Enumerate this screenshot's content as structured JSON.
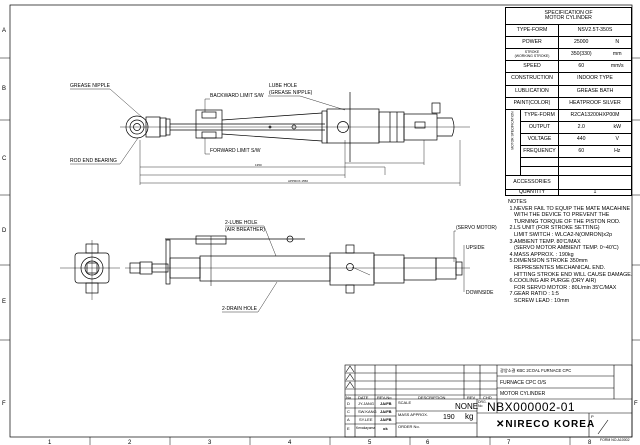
{
  "zones": {
    "rows": [
      "A",
      "B",
      "C",
      "D",
      "E",
      "F"
    ],
    "cols": [
      "1",
      "2",
      "3",
      "4",
      "5",
      "6",
      "7",
      "8"
    ]
  },
  "spec": {
    "title1": "SPECIFICATION OF",
    "title2": "MOTOR CYLINDER",
    "rows": [
      {
        "label": "TYPE-FORM",
        "value": "NSV2.5T-350S",
        "unit": ""
      },
      {
        "label": "POWER",
        "value": "25000",
        "unit": "N"
      },
      {
        "label": "STROKE",
        "label2": "(WORKING STROKE)",
        "value": "350(330)",
        "unit": "mm"
      },
      {
        "label": "SPEED",
        "value": "60",
        "unit": "mm/s"
      },
      {
        "label": "CONSTRUCTION",
        "value": "INDOOR TYPE",
        "unit": ""
      },
      {
        "label": "LUBLICATION",
        "value": "GREASE BATH",
        "unit": ""
      },
      {
        "label": "PAINT(COLOR)",
        "value": "HEATPROOF SILVER",
        "unit": ""
      }
    ],
    "motor_label": "MOTOR SPECIFICATION",
    "motor_rows": [
      {
        "label": "TYPE-FORM",
        "value": "R2CA13200HXP00M",
        "unit": ""
      },
      {
        "label": "OUTPUT",
        "value": "2.0",
        "unit": "kW"
      },
      {
        "label": "VOLTAGE",
        "value": "440",
        "unit": "V"
      },
      {
        "label": "FREQUENCY",
        "value": "60",
        "unit": "Hz"
      }
    ],
    "accessories": "ACCESSORIES",
    "quantity_label": "QUANTITY",
    "quantity": "1"
  },
  "notes": [
    "NOTES",
    " 1.NEVER FAIL TO EQUIP THE MATE MACAHINE",
    "    WITH THE DEVICE TO PREVENT THE",
    "    TURNING TORQUE OF THE PISTON ROD.",
    " 2.LS UNIT (FOR STROKE SETTING)",
    "    LIMIT SWITCH : WLCA2-N(OMRON)x2p",
    " 3.AMBIENT TEMP. 80'C/MAX",
    "    (SERVO MOTOR AMBIENT TEMP. 0~40'C)",
    " 4.MASS APPROX. : 190kg",
    " 5.DIMENSION STROKE 350mm",
    "    REPRESENTES MECHANICAL END.",
    "    HITTING STROKE END WILL CAUSE DAMAGE.",
    " 6.COOLING AIR PURGE (DRY AIR)",
    "    FOR SERVO MOTOR : 80L/min 35'C/MAX",
    " 7.GEAR RATIO : 1:5",
    "    SCREW LEAD : 10mm"
  ],
  "labels": {
    "grease_nipple": "GREASE NIPPLE",
    "rod_end_bearing": "ROD END BEARING",
    "backward_ls": "BACKWARD LIMIT S/W",
    "forward_ls": "FORWARD LIMIT S/W",
    "lube_hole": "LUBE HOLE",
    "lube_hole_sub": "(GREASE NIPPLE)",
    "lube_hole2": "2-LUBE HOLE",
    "lube_hole2_sub": "(AIR BREATHER)",
    "drain_hole": "2-DRAIN HOLE",
    "servo_motor": "(SERVO MOTOR)",
    "upside": "UPSIDE",
    "downside": "DOWNSIDE",
    "dim1": "1350",
    "dim2": "APPROX.1550"
  },
  "titleblock": {
    "rev_headers": [
      "No",
      "DATE",
      "REV-No",
      "DESCRIPTION",
      "REV",
      "CHD"
    ],
    "signers": [
      {
        "code": "D",
        "name": "JY.JANG",
        "sign": "JA/FB"
      },
      {
        "code": "C",
        "name": "SW.KANG",
        "sign": "JA/FB"
      },
      {
        "code": "A",
        "name": "SY.LEE",
        "sign": "JA/FB"
      },
      {
        "code": "E",
        "name": "Kenakayama",
        "sign": "ok"
      }
    ],
    "scale_label": "SCALE",
    "scale": "NONE",
    "mass_label": "MASS APPROX.",
    "mass": "190",
    "mass_unit": "kg",
    "order_label": "ORDER No.",
    "project1": "광양소결 KBC 2COAL FURNACE CPC",
    "project2": "FURNACE CPC O/S",
    "project3": "MOTOR CYLINDER",
    "drg_label": "DRG. No",
    "drg_no": "NBX000002-01",
    "company": "NIRECO KOREA",
    "p_label": "P",
    "form_no": "FORM NO.A10002"
  }
}
